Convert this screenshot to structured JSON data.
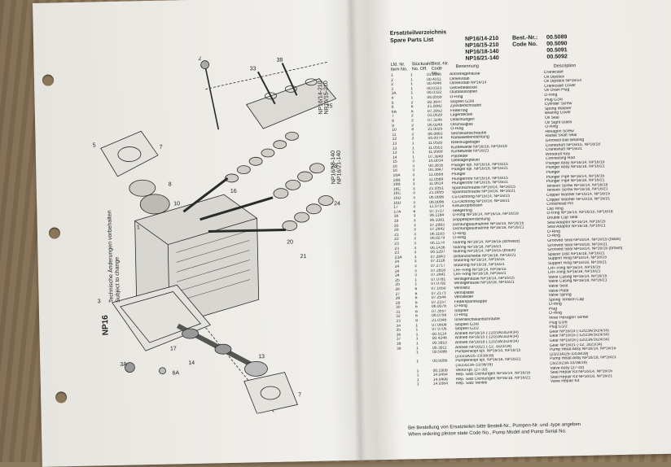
{
  "header": {
    "title_de": "Ersatzteilverzeichnis",
    "title_en": "Spare Parts List",
    "models": [
      "NP16/14-210",
      "NP16/15-210",
      "NP16/18-140",
      "NP16/21-140"
    ],
    "best_nr_label": "Best.-Nr.:",
    "code_no_label": "Code No.",
    "codes": [
      "00.5089",
      "00.5090",
      "00.5091",
      "00.5092"
    ]
  },
  "columns": {
    "item": "Lfd. Nr. Item No.",
    "qty": "Stückzahl No. Off.",
    "code": "Best.-Nr. Code No.",
    "name_de": "Benennung",
    "desc_en": "Description"
  },
  "parts": [
    {
      "item": "1",
      "qty": "1",
      "code": "01.0996",
      "de": "Antriebsgehäuse",
      "en": "Crankcase"
    },
    {
      "item": "2",
      "qty": "1",
      "code": "00.4011",
      "de": "Ölmeßstab",
      "en": "Oil Dipstick"
    },
    {
      "item": "2",
      "qty": "1",
      "code": "00.4946",
      "de": "Ölmeßstab NP16/14",
      "en": "Oil Dipstick NP16/14"
    },
    {
      "item": "3",
      "qty": "1",
      "code": "00.0323",
      "de": "Getriebedeckel",
      "en": "Crankcase Cover"
    },
    {
      "item": "3A",
      "qty": "1",
      "code": "06.0322",
      "de": "Ölablaßstopfen",
      "en": "Oil Drain Plug"
    },
    {
      "item": "4",
      "qty": "1",
      "code": "06.0559",
      "de": "O-Ring",
      "en": "O-Ring"
    },
    {
      "item": "5",
      "qty": "2",
      "code": "00.3647",
      "de": "Stopfen G3/8",
      "en": "Plug G3/8"
    },
    {
      "item": "6",
      "qty": "6",
      "code": "21.0082",
      "de": "Zylinderschraube",
      "en": "Cylinder Screw"
    },
    {
      "item": "6A",
      "qty": "6",
      "code": "07.3052",
      "de": "Federring",
      "en": "Spring Washer"
    },
    {
      "item": "7",
      "qty": "2",
      "code": "03.0529",
      "de": "Lagerdeckel",
      "en": "Bearing Cover"
    },
    {
      "item": "8",
      "qty": "2",
      "code": "07.3246",
      "de": "Öldichtungen",
      "en": "Oil Seal"
    },
    {
      "item": "9",
      "qty": "2",
      "code": "06.0249",
      "de": "Ölschauglas",
      "en": "Oil Sight Glass"
    },
    {
      "item": "10",
      "qty": "8",
      "code": "21.0025",
      "de": "O-Ring",
      "en": "O-Ring"
    },
    {
      "item": "11",
      "qty": "2",
      "code": "06.0863",
      "de": "Sechskantschraube",
      "en": "Hexagon Screw"
    },
    {
      "item": "12",
      "qty": "2",
      "code": "05.0074",
      "de": "Radialwellendichtung",
      "en": "Radial Shaft Seal"
    },
    {
      "item": "13",
      "qty": "1",
      "code": "11.0520",
      "de": "Rillenkugellager",
      "en": "Grooved Ball Bearing"
    },
    {
      "item": "13",
      "qty": "1",
      "code": "11.0551",
      "de": "Kurbelwelle NP16/15, NP16/18",
      "en": "Crankshaft NP16/15, NP16/18"
    },
    {
      "item": "13",
      "qty": "1",
      "code": "11.0569",
      "de": "Kurbelwelle NP16/21",
      "en": "Crankshaft NP16/21"
    },
    {
      "item": "14",
      "qty": "1",
      "code": "07.3049",
      "de": "Paßfeder",
      "en": "Woodruff Key"
    },
    {
      "item": "15",
      "qty": "3",
      "code": "16.0034",
      "de": "Gleitlagerpleuel",
      "en": "Connecting Rod"
    },
    {
      "item": "16",
      "qty": "3",
      "code": "00.3835",
      "de": "Plunger kpl. NP16/14, NP16/15",
      "en": "Plunger Assy NP16/14, NP16/15"
    },
    {
      "item": "16",
      "qty": "3",
      "code": "00.3847",
      "de": "Plunger kpl. NP16/18, NP16/21",
      "en": "Plunger Assy NP16/18, NP16/21"
    },
    {
      "item": "16A",
      "qty": "3",
      "code": "11.0568",
      "de": "Plunger",
      "en": "Plunger"
    },
    {
      "item": "16B",
      "qty": "3",
      "code": "11.0589",
      "de": "Plungerrohr NP16/14, NP16/15",
      "en": "Plunger Pipe NP16/14, NP16/15"
    },
    {
      "item": "16B",
      "qty": "3",
      "code": "11.0614",
      "de": "Plungerrohr NP16/18, NP16/21",
      "en": "Plunger Pipe NP16/18, NP16/21"
    },
    {
      "item": "16C",
      "qty": "3",
      "code": "21.0351",
      "de": "Spannschraube NP16/14, NP16/15",
      "en": "Tension Screw NP16/14, NP16/15"
    },
    {
      "item": "16C",
      "qty": "3",
      "code": "21.0055",
      "de": "Spannschraube NP16/18, NP16/21",
      "en": "Tension Screw NP16/18, NP16/21"
    },
    {
      "item": "16D",
      "qty": "3",
      "code": "06.0006",
      "de": "Cu-Dichtring NP16/14, NP16/15",
      "en": "Copper Washer NP16/14, NP16/15"
    },
    {
      "item": "16D",
      "qty": "3",
      "code": "06.0096",
      "de": "Cu-Dichtring NP16/18, NP16/21",
      "en": "Copper Washer NP16/18, NP16/21"
    },
    {
      "item": "17",
      "qty": "3",
      "code": "11.0714",
      "de": "Kreuzkopfbolzen",
      "en": "Crosshead Pin"
    },
    {
      "item": "17A",
      "qty": "6",
      "code": "07.3727",
      "de": "Seegerring",
      "en": "Clip Ring"
    },
    {
      "item": "18",
      "qty": "3",
      "code": "06.1184",
      "de": "O-Ring NP16/14, NP16/15, NP16/18",
      "en": "O-Ring NP16/14, NP16/15, NP16/18"
    },
    {
      "item": "19",
      "qty": "3",
      "code": "06.1081",
      "de": "Doppelsperrdichtung",
      "en": "Double Cup Seal"
    },
    {
      "item": "20",
      "qty": "3",
      "code": "07.2993",
      "de": "Dichtungsaufnahme NP16/14, NP16/15",
      "en": "Seal Adaptor NP16/14, NP16/15"
    },
    {
      "item": "20",
      "qty": "3",
      "code": "07.2842",
      "de": "Dichtungsaufnahme NP16/18, NP16/21",
      "en": "Seal Adaptor NP16/18, NP16/21"
    },
    {
      "item": "21",
      "qty": "3",
      "code": "06.1183",
      "de": "O-Ring",
      "en": "O-Ring"
    },
    {
      "item": "22",
      "qty": "3",
      "code": "06.0279",
      "de": "O-Ring",
      "en": "O-Ring"
    },
    {
      "item": "23",
      "qty": "3",
      "code": "06.1174",
      "de": "Nutring NP16/14, NP16/15 (schwarz)",
      "en": "Grooved Seal NP16/14, NP16/15 (black)"
    },
    {
      "item": "23",
      "qty": "3",
      "code": "06.1436",
      "de": "Nutring NP16/18, NP16/21",
      "en": "Grooved Seal NP16/18, NP16/21"
    },
    {
      "item": "23",
      "qty": "3",
      "code": "06.1297",
      "de": "Nutring NP16/14, NP16/15 (braun)",
      "en": "Grooved Seal NP16/14, NP16/15 (brown)"
    },
    {
      "item": "23A",
      "qty": "3",
      "code": "07.2843",
      "de": "Distanzscheibe NP16/18, NP16/21",
      "en": "Spacer Disc NP16/18, NP16/21"
    },
    {
      "item": "24",
      "qty": "3",
      "code": "07.2118",
      "de": "Stützring NP16/14, NP16/15",
      "en": "Support Ring NP16/14, NP16/15"
    },
    {
      "item": "24",
      "qty": "3",
      "code": "07.2717",
      "de": "Stützring NP16/18, NP16/21",
      "en": "Support Ring NP16/18, NP16/21"
    },
    {
      "item": "24",
      "qty": "3",
      "code": "07.2818",
      "de": "LRF-Ring NP16/14, NP16/15",
      "en": "LRF-Ring NP16/14, NP16/15"
    },
    {
      "item": "24",
      "qty": "3",
      "code": "07.2841",
      "de": "LRF-Ring NP16/18, NP16/21",
      "en": "LRF-Ring NP16/18, NP16/21"
    },
    {
      "item": "25",
      "qty": "1",
      "code": "07.0781",
      "de": "Ventilgehäuse NP16/14, NP16/15",
      "en": "Valve Casing NP16/14, NP16/15"
    },
    {
      "item": "25",
      "qty": "1",
      "code": "07.0792",
      "de": "Ventilgehäuse NP16/18, NP16/21",
      "en": "Valve Casing NP16/18, NP16/21"
    },
    {
      "item": "26",
      "qty": "6",
      "code": "07.1650",
      "de": "Ventilsitz",
      "en": "Valve Seat"
    },
    {
      "item": "27",
      "qty": "6",
      "code": "07.2173",
      "de": "Ventilplatte",
      "en": "Valve Plate"
    },
    {
      "item": "28",
      "qty": "6",
      "code": "07.2544",
      "de": "Ventilfeder",
      "en": "Valve Spring"
    },
    {
      "item": "29",
      "qty": "6",
      "code": "07.2157",
      "de": "Federspannkappe",
      "en": "Spring Tension Cap"
    },
    {
      "item": "30",
      "qty": "6",
      "code": "06.0078",
      "de": "O-Ring",
      "en": "O-Ring"
    },
    {
      "item": "31",
      "qty": "6",
      "code": "07.3557",
      "de": "Stopfen",
      "en": "Plug"
    },
    {
      "item": "32",
      "qty": "6",
      "code": "06.0758",
      "de": "O-Ring",
      "en": "O-Ring"
    },
    {
      "item": "33",
      "qty": "8",
      "code": "21.0346",
      "de": "Innensechskantschraube",
      "en": "Inner Hexagon Screw"
    },
    {
      "item": "34",
      "qty": "1",
      "code": "07.0608",
      "de": "Stopfen G3/8",
      "en": "Plug G3/8"
    },
    {
      "item": "35",
      "qty": "1",
      "code": "07.0705",
      "de": "Stopfen G1/2",
      "en": "Plug G1/2"
    },
    {
      "item": "36",
      "qty": "1",
      "code": "00.5114",
      "de": "Antrieb NP16/14 (-12/23A/3x24/34)",
      "en": "Gear NP16/14 (-12/23A/3x24/34)"
    },
    {
      "item": "37",
      "qty": "1",
      "code": "00.4248",
      "de": "Antrieb NP16/15 (-12/23A/3x24/34)",
      "en": "Gear NP16/15 (-12/23A/3x24/34)"
    },
    {
      "item": "38",
      "qty": "1",
      "code": "00.3910",
      "de": "Antrieb NP16/18 (-12/23A/3x24/34)",
      "en": "Gear NP16/18 (-12/23A/3x24/34)"
    },
    {
      "item": "39",
      "qty": "1",
      "code": "00.3911",
      "de": "Antrieb NP16/21 (-12, 3x23/34)",
      "en": "Gear NP16/21 (-12, 3x23/34)"
    },
    {
      "item": "",
      "qty": "1",
      "code": "00.5096",
      "de": "Pumpenkopf kpl. NP16/14, NP16/15",
      "en": "Pump Head Assy NP16/14, NP16/15"
    },
    {
      "item": "",
      "qty": "",
      "code": "",
      "de": "(23/23A/25-33/38/39)",
      "en": "(23/23A/25-33/38/39)"
    },
    {
      "item": "",
      "qty": "1",
      "code": "00.5095",
      "de": "Pumpenkopf kpl. NP16/18, NP16/21",
      "en": "Pump Head Assy NP16/18, NP16/21"
    },
    {
      "item": "",
      "qty": "",
      "code": "",
      "de": "(3x23/23A-33/38/39)",
      "en": "(3x23/23A-33/38/39)"
    },
    {
      "item": "",
      "qty": "1",
      "code": "00.1909",
      "de": "Ventil kpl. (27-30)",
      "en": "Valve Assy (27-30)"
    },
    {
      "item": "",
      "qty": "1",
      "code": "14.0454",
      "de": "Rep. Satz Dichtungen NP16/14, NP16/15",
      "en": "Seal Repair Kit NP16/14, NP16/15"
    },
    {
      "item": "",
      "qty": "1",
      "code": "14.0406",
      "de": "Rep. Satz Dichtungen NP16/18, NP16/21",
      "en": "Seal Repair Kit NP16/18, NP16/21"
    },
    {
      "item": "",
      "qty": "1",
      "code": "14.0364",
      "de": "Rep. Satz Ventile",
      "en": "Valve Repair Kit"
    }
  ],
  "footer": {
    "de": "Bei Bestellung von Ersatzteilen bitte Bestell-Nr., Pumpen-Nr. und -type angeben",
    "en": "When ordering please state Code No., Pump Model and Pump Serial No."
  },
  "drawing": {
    "model_label": "NP16",
    "note_de": "Technische Änderungen vorbehalten",
    "note_en": "Subject to change",
    "model_tags": [
      "NP16/14-210",
      "NP16/15-210",
      "NP16/18-140",
      "NP16/21-140"
    ]
  }
}
